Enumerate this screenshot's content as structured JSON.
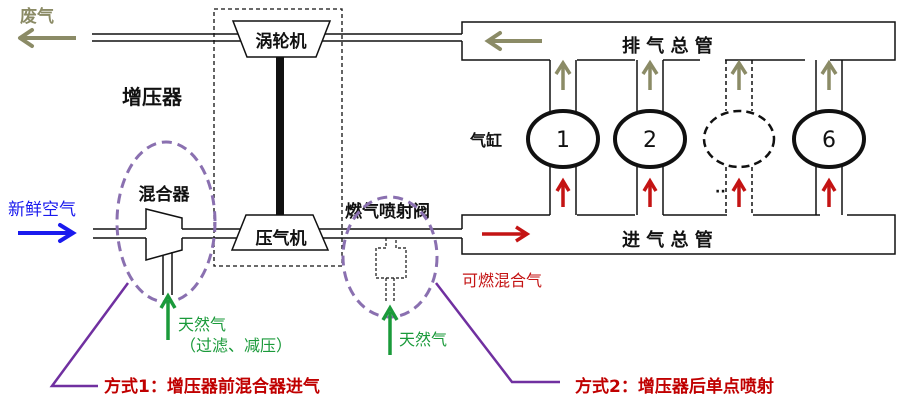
{
  "labels": {
    "exhaust": "废气",
    "turbocharger": "增压器",
    "turbine": "涡轮机",
    "compressor": "压气机",
    "exhaust_manifold": "排 气 总 管",
    "intake_manifold": "进 气 总 管",
    "cylinder": "气缸",
    "fresh_air": "新鲜空气",
    "mixer": "混合器",
    "gas_injection_valve": "燃气喷射阀",
    "combustible_mixture": "可燃混合气",
    "natural_gas_1": "天然气",
    "natural_gas_1_note": "（过滤、减压）",
    "natural_gas_2": "天然气",
    "method_1": "方式1：增压器前混合器进气",
    "method_2": "方式2：增压器后单点喷射",
    "ellipsis": "··"
  },
  "cylinders": [
    {
      "label": "1",
      "dashed": false
    },
    {
      "label": "2",
      "dashed": false
    },
    {
      "label": "",
      "dashed": true
    },
    {
      "label": "6",
      "dashed": false
    }
  ],
  "colors": {
    "exhaust": "#8b8b66",
    "fresh_air": "#1a1aee",
    "natural_gas": "#1a9a3a",
    "mixture": "#c41414",
    "method_label": "#c00000",
    "callout_line": "#7030a0",
    "dashed_ellipse": "#8a70b0"
  }
}
